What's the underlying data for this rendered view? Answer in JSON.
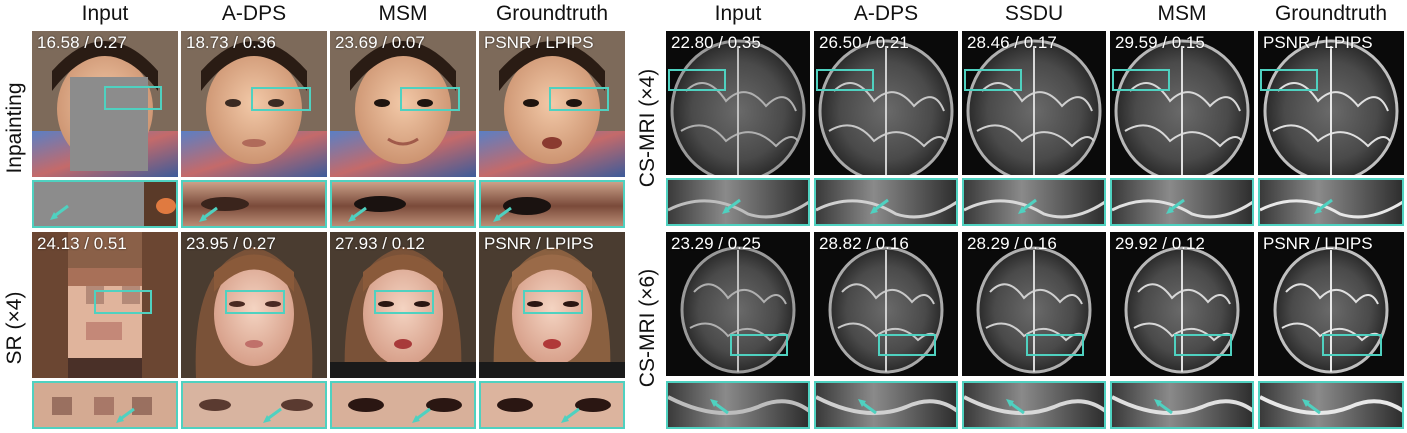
{
  "colors": {
    "accent": "#4fd1c0",
    "mask_gray": "#8c8c8c"
  },
  "left_panel": {
    "columns": [
      "Input",
      "A-DPS",
      "MSM",
      "Groundtruth"
    ],
    "rows": [
      {
        "label": "Inpainting",
        "metrics": [
          "16.58 / 0.27",
          "18.73 / 0.36",
          "23.69 / 0.07",
          "PSNR / LPIPS"
        ]
      },
      {
        "label": "SR (×4)",
        "metrics": [
          "24.13 / 0.51",
          "23.95 / 0.27",
          "27.93 / 0.12",
          "PSNR / LPIPS"
        ]
      }
    ]
  },
  "right_panel": {
    "columns": [
      "Input",
      "A-DPS",
      "SSDU",
      "MSM",
      "Groundtruth"
    ],
    "rows": [
      {
        "label": "CS-MRI (×4)",
        "metrics": [
          "22.80 / 0.35",
          "26.50 / 0.21",
          "28.46 / 0.17",
          "29.59 / 0.15",
          "PSNR / LPIPS"
        ]
      },
      {
        "label": "CS-MRI (×6)",
        "metrics": [
          "23.29 / 0.25",
          "28.82 / 0.16",
          "28.29 / 0.16",
          "29.92 / 0.12",
          "PSNR / LPIPS"
        ]
      }
    ]
  }
}
